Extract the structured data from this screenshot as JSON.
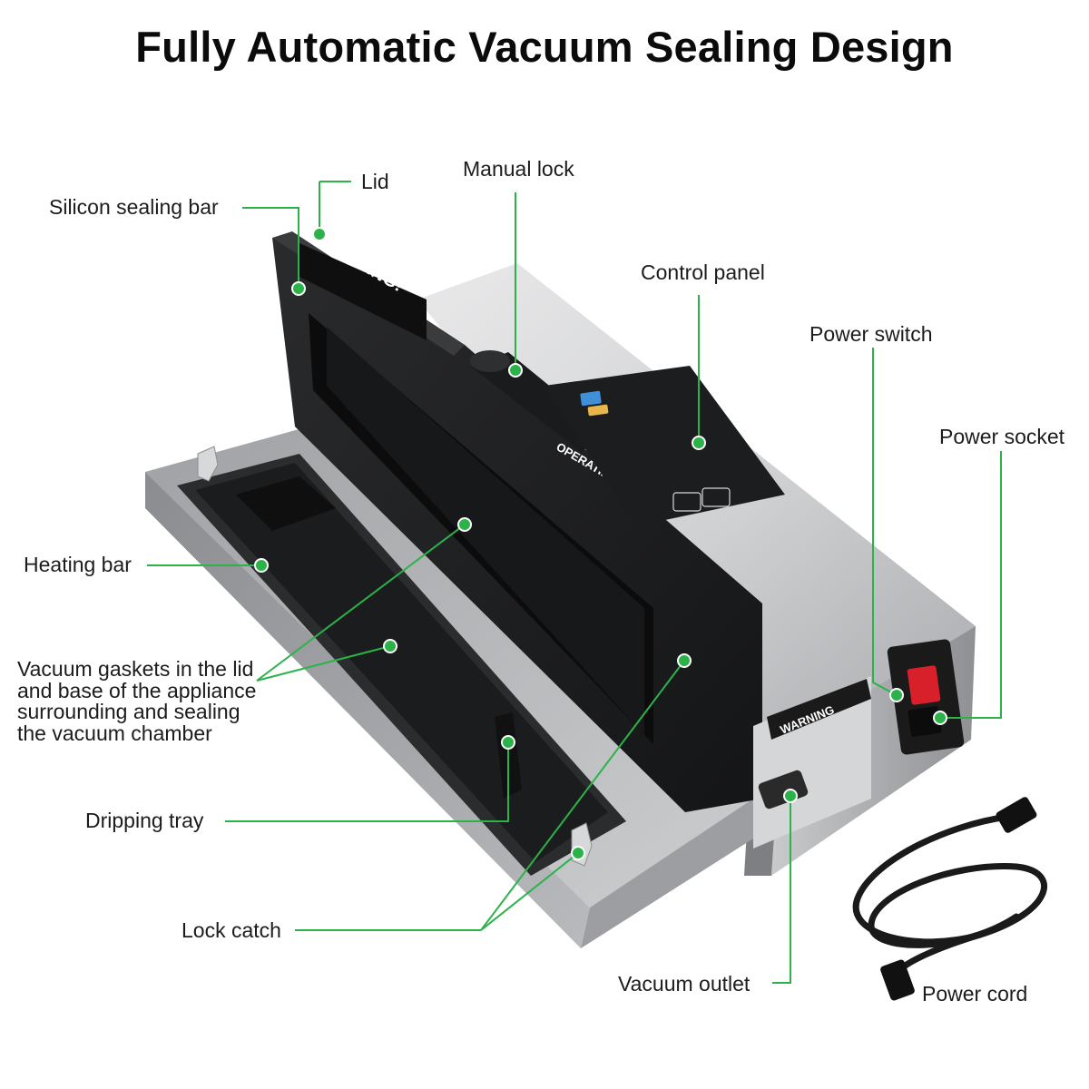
{
  "title": "Fully Automatic Vacuum Sealing Design",
  "accent_color": "#2bb34a",
  "labels": {
    "lid": "Lid",
    "silicon_sealing_bar": "Silicon sealing bar",
    "manual_lock": "Manual lock",
    "control_panel": "Control panel",
    "power_switch": "Power switch",
    "power_socket": "Power socket",
    "heating_bar": "Heating bar",
    "vacuum_gaskets": "Vacuum gaskets in the lid and base of the appliance surrounding and sealing the vacuum chamber",
    "dripping_tray": "Dripping tray",
    "lock_catch": "Lock catch",
    "vacuum_outlet": "Vacuum outlet",
    "power_cord": "Power cord"
  },
  "device_text": {
    "lid_warning": "WARNING!",
    "operating_tips": "OPERATING TIIPS",
    "rear_warning": "WARNING"
  }
}
